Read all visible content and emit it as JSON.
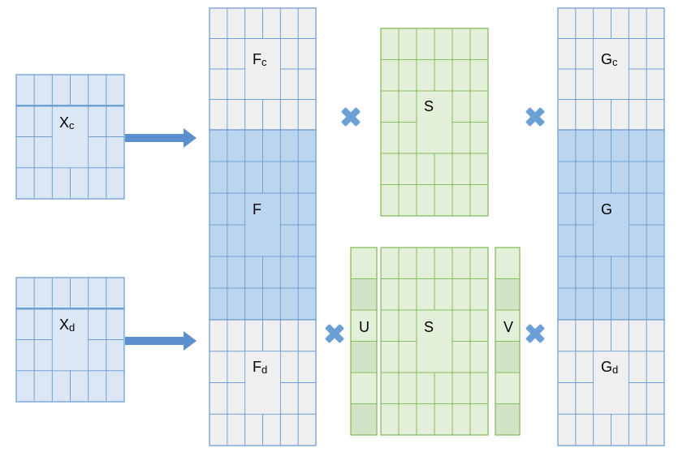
{
  "labels": {
    "xc": {
      "main": "X",
      "sub": "c"
    },
    "xd": {
      "main": "X",
      "sub": "d"
    },
    "fc": {
      "main": "F",
      "sub": "c"
    },
    "f": {
      "main": "F",
      "sub": ""
    },
    "fd": {
      "main": "F",
      "sub": "d"
    },
    "s_top": {
      "main": "S",
      "sub": ""
    },
    "u": {
      "main": "U",
      "sub": ""
    },
    "s_bottom": {
      "main": "S",
      "sub": ""
    },
    "v": {
      "main": "V",
      "sub": ""
    },
    "gc": {
      "main": "G",
      "sub": "c"
    },
    "g": {
      "main": "G",
      "sub": ""
    },
    "gd": {
      "main": "G",
      "sub": "d"
    }
  },
  "colors": {
    "blue_light": "#dce7f6",
    "blue_mid": "#bcd5ee",
    "blue_line": "#6f9fd3",
    "gray_fill": "#efefef",
    "green_fill": "#e3efd9",
    "green_dark": "#d3e3c6",
    "green_line": "#86bd5e",
    "arrow": "#5b8fcd",
    "times": "#6d9fd6"
  }
}
